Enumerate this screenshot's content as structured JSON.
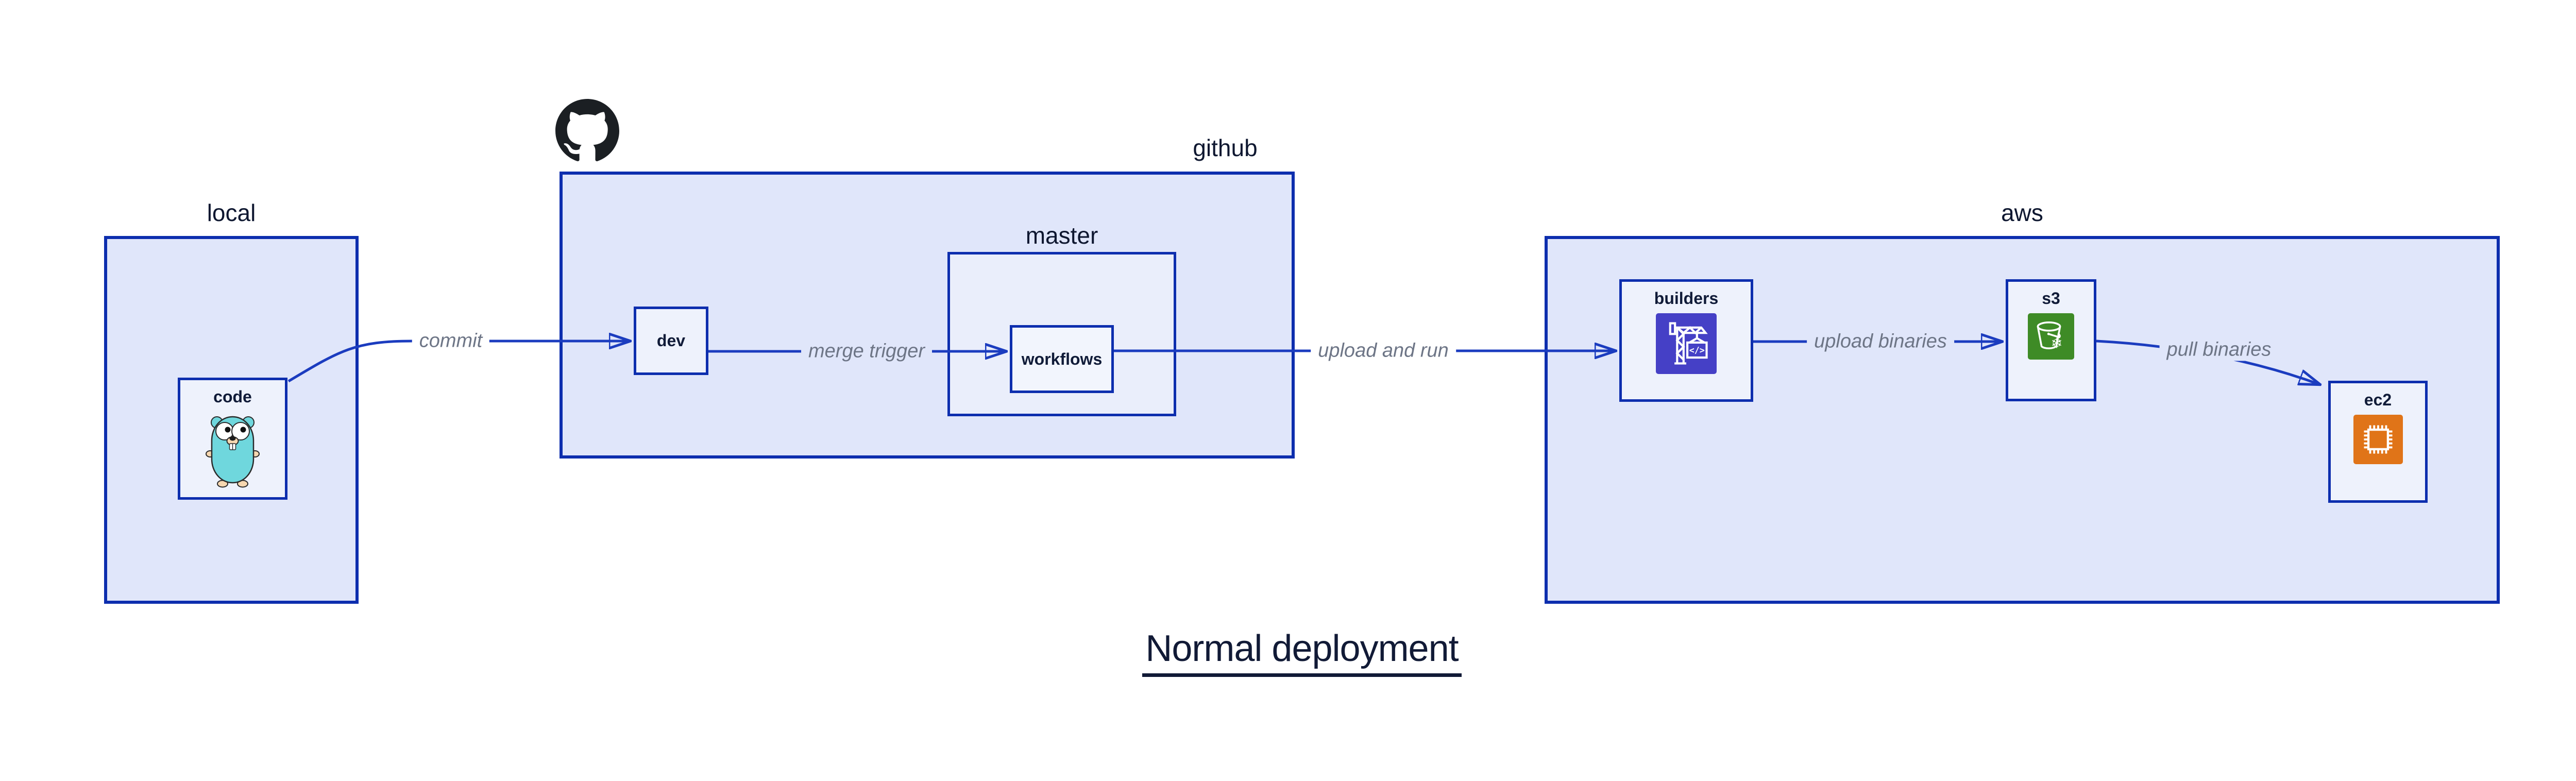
{
  "title": "Normal deployment",
  "containers": {
    "local": {
      "label": "local"
    },
    "github": {
      "label": "github",
      "logo_icon": "github-octocat-icon"
    },
    "master": {
      "label": "master"
    },
    "aws": {
      "label": "aws"
    }
  },
  "nodes": {
    "code": {
      "label": "code",
      "icon": "go-gopher-icon"
    },
    "dev": {
      "label": "dev"
    },
    "workflows": {
      "label": "workflows"
    },
    "builders": {
      "label": "builders",
      "icon": "codebuild-crane-icon",
      "icon_bg": "#4540c6"
    },
    "s3": {
      "label": "s3",
      "icon": "s3-glacier-bucket-icon",
      "icon_bg": "#3e8b26"
    },
    "ec2": {
      "label": "ec2",
      "icon": "ec2-chip-icon",
      "icon_bg": "#e07418"
    }
  },
  "edges": [
    {
      "id": "commit",
      "label": "commit",
      "from": "code",
      "to": "dev"
    },
    {
      "id": "merge-trigger",
      "label": "merge trigger",
      "from": "dev",
      "to": "workflows"
    },
    {
      "id": "upload-and-run",
      "label": "upload and run",
      "from": "workflows",
      "to": "builders"
    },
    {
      "id": "upload-binaries",
      "label": "upload binaries",
      "from": "builders",
      "to": "s3"
    },
    {
      "id": "pull-binaries",
      "label": "pull binaries",
      "from": "s3",
      "to": "ec2"
    }
  ],
  "colors": {
    "container_fill": "#e0e6fa",
    "master_fill": "#eaeefb",
    "node_fill": "#eef2fc",
    "border_blue": "#0d2eae",
    "arrow_blue": "#1b3cbf",
    "node_text": "#101b38",
    "container_text": "#0e1730",
    "edge_label_text": "#6d7586",
    "builders_icon_bg": "#4540c6",
    "s3_icon_bg": "#3e8b26",
    "ec2_icon_bg": "#e07418",
    "github_logo": "#1b1f23",
    "gopher_body": "#6fd7dd"
  }
}
